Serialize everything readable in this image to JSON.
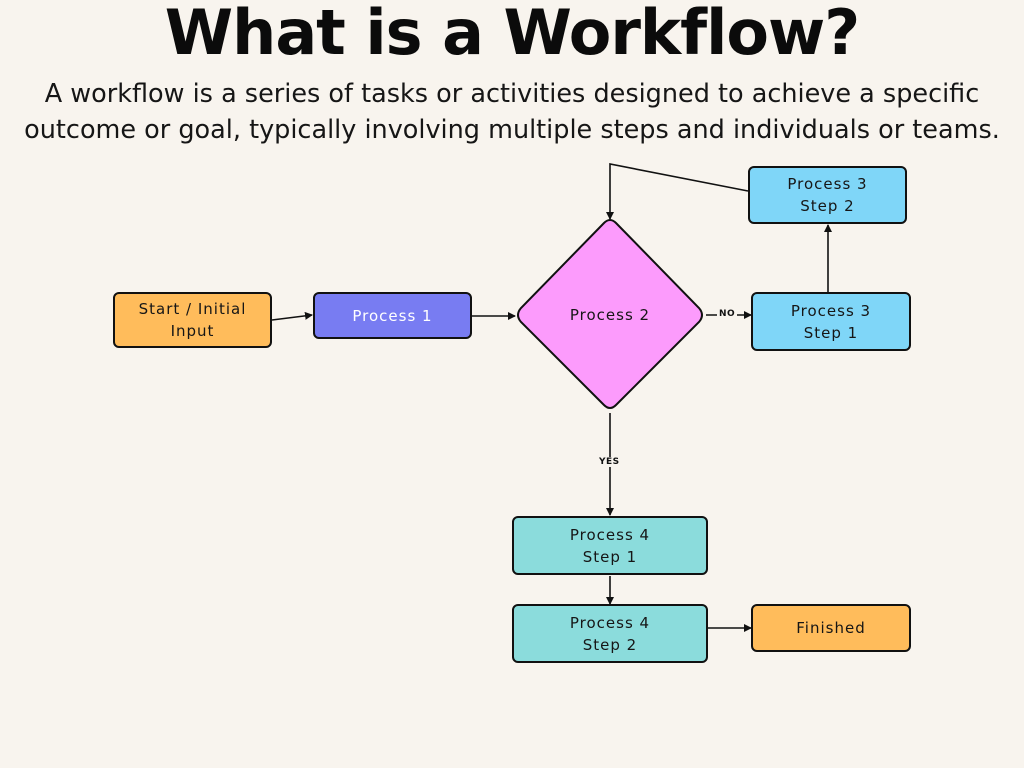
{
  "header": {
    "title": "What is a Workflow?",
    "subtitle": "A workflow is a series of tasks or activities designed to achieve a specific outcome or goal, typically involving multiple steps and individuals or teams."
  },
  "diagram": {
    "nodes": {
      "start": "Start / Initial\nInput",
      "process1": "Process 1",
      "process2": "Process 2",
      "process3_step1": "Process 3\nStep 1",
      "process3_step2": "Process 3\nStep 2",
      "process4_step1": "Process 4\nStep 1",
      "process4_step2": "Process 4\nStep 2",
      "finished": "Finished"
    },
    "edge_labels": {
      "no": "NO",
      "yes": "YES"
    }
  },
  "colors": {
    "background": "#f8f4ee",
    "orange": "#ffbc5b",
    "purple": "#787cf2",
    "pink": "#fc9bfc",
    "sky": "#7fd6f8",
    "teal": "#8bdcdc"
  }
}
